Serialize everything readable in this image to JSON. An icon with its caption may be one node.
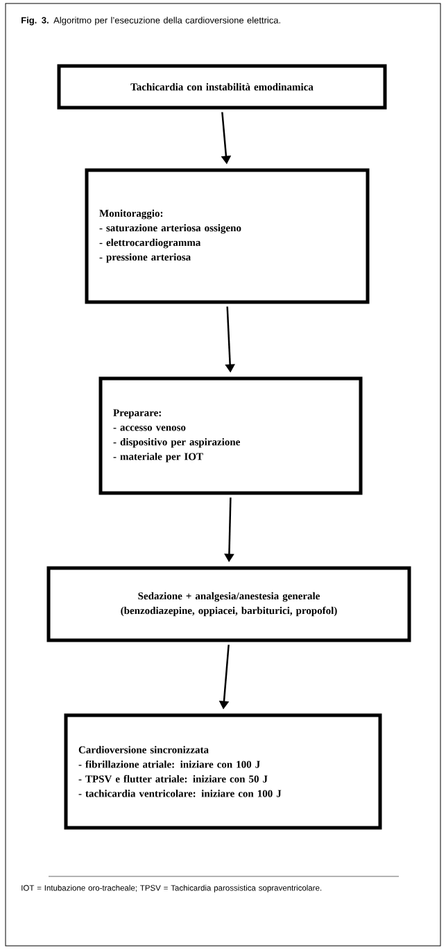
{
  "diagram": {
    "title": "**Fig. 3.** Algoritmo per l’esecuzione della cardioversione elettrica.",
    "nodes": [
      {
        "text": [
          "Tachicardia con instabilità emodinamica"
        ]
      },
      {
        "text": [
          "Monitoraggio:",
          "- saturazione arteriosa ossigeno",
          "- elettrocardiogramma",
          "- pressione arteriosa"
        ]
      },
      {
        "text": [
          "Preparare:",
          "- accesso venoso",
          "- dispositivo per aspirazione",
          "- materiale per IOT"
        ]
      },
      {
        "text": [
          "Sedazione + analgesia/anestesia generale (benzodiazepine, oppiacei, barbiturici, propofol)"
        ]
      },
      {
        "text": [
          "Cardioversione sincronizzata",
          "- fibrillazione atriale: iniziare con 100 J",
          "- TPSV e flutter atriale: iniziare con 50 J",
          "- tachicardia ventricolare: iniziare con 100 J"
        ]
      }
    ],
    "edges": [
      {
        "from": 0,
        "to": 1,
        "arrow": "to"
      },
      {
        "from": 1,
        "to": 2,
        "arrow": "to"
      },
      {
        "from": 2,
        "to": 3,
        "arrow": "to"
      },
      {
        "from": 3,
        "to": 4,
        "arrow": "to"
      }
    ],
    "caption": "IOT = Intubazione oro-tracheale; TPSV = Tachicardia parossistica sopraventricolare."
  }
}
